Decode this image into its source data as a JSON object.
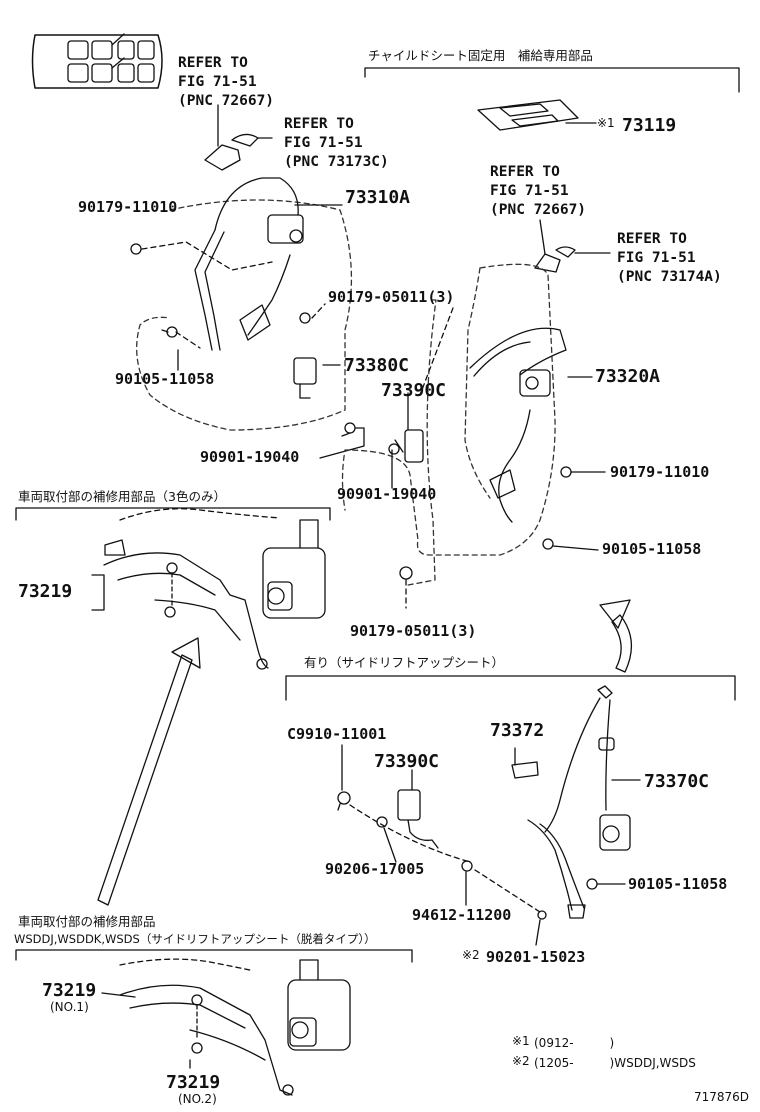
{
  "headers": {
    "child_seat": "チャイルドシート固定用　補給専用部品",
    "vehicle_repair_3colors": "車両取付部の補修用部品（3色のみ）",
    "side_lift": "有り（サイドリフトアップシート）",
    "vehicle_repair_lower": "車両取付部の補修用部品",
    "wsddj": "WSDDJ,WSDDK,WSDS（サイドリフトアップシート（脱着タイプ））"
  },
  "refs": {
    "ref_72667_top": "REFER TO\nFIG 71-51\n(PNC 72667)",
    "ref_73173c": "REFER TO\nFIG 71-51\n(PNC 73173C)",
    "ref_72667_right": "REFER TO\nFIG 71-51\n(PNC 72667)",
    "ref_73174a": "REFER TO\nFIG 71-51\n(PNC 73174A)"
  },
  "parts": {
    "p73119": "73119",
    "p73119_mark": "※1",
    "p73310a": "73310A",
    "p90179_11010_l": "90179-11010",
    "p90179_05011_top": "90179-05011(3)",
    "p90105_11058_l": "90105-11058",
    "p73380c": "73380C",
    "p73390c_top": "73390C",
    "p73320a": "73320A",
    "p90901_19040_a": "90901-19040",
    "p90901_19040_b": "90901-19040",
    "p90179_11010_r": "90179-11010",
    "p90105_11058_r": "90105-11058",
    "p90179_05011_bot": "90179-05011(3)",
    "p73219_a": "73219",
    "c9910_11001": "C9910-11001",
    "p73390c_low": "73390C",
    "p73372": "73372",
    "p73370c": "73370C",
    "p90206_17005": "90206-17005",
    "p90105_11058_low": "90105-11058",
    "p94612_11200": "94612-11200",
    "p90201_15023": "90201-15023",
    "p90201_mark": "※2",
    "p73219_no1": "73219",
    "no1": "(NO.1)",
    "p73219_no2": "73219",
    "no2": "(NO.2)"
  },
  "notes": {
    "note1_mark": "※1",
    "note1": "(0912-　　　)",
    "note2_mark": "※2",
    "note2": "(1205-　　　)WSDDJ,WSDS",
    "figure_code": "717876D"
  }
}
